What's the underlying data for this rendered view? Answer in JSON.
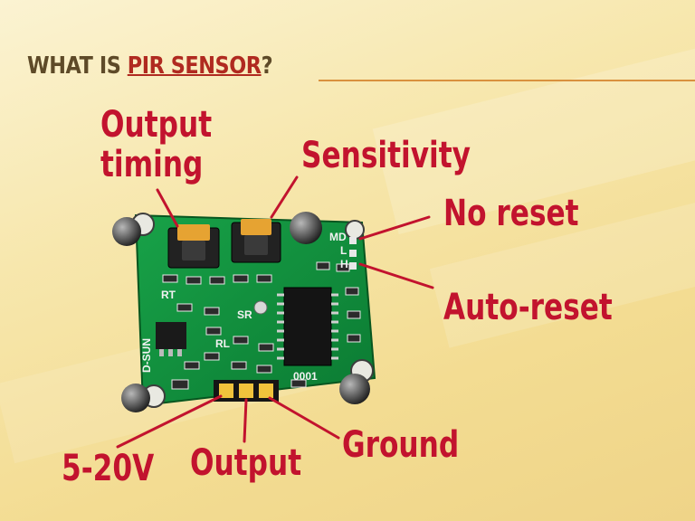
{
  "slide": {
    "title_prefix": "WHAT IS ",
    "title_link": "PIR SENSOR",
    "title_suffix": "?"
  },
  "labels": {
    "output_timing": "Output\ntiming",
    "sensitivity": "Sensitivity",
    "no_reset": "No reset",
    "auto_reset": "Auto-reset",
    "vcc": "5-20V",
    "output": "Output",
    "ground": "Ground"
  },
  "board": {
    "jumper_labels": [
      "MD",
      "L",
      "H"
    ],
    "brand": "D-SUN",
    "marks": [
      "RT",
      "SR",
      "RL"
    ],
    "chip_code": "0001"
  },
  "colors": {
    "label": "#c2132e",
    "pcb": "#0f8c3a",
    "title": "#5e4a28",
    "title_link": "#b02a20"
  }
}
